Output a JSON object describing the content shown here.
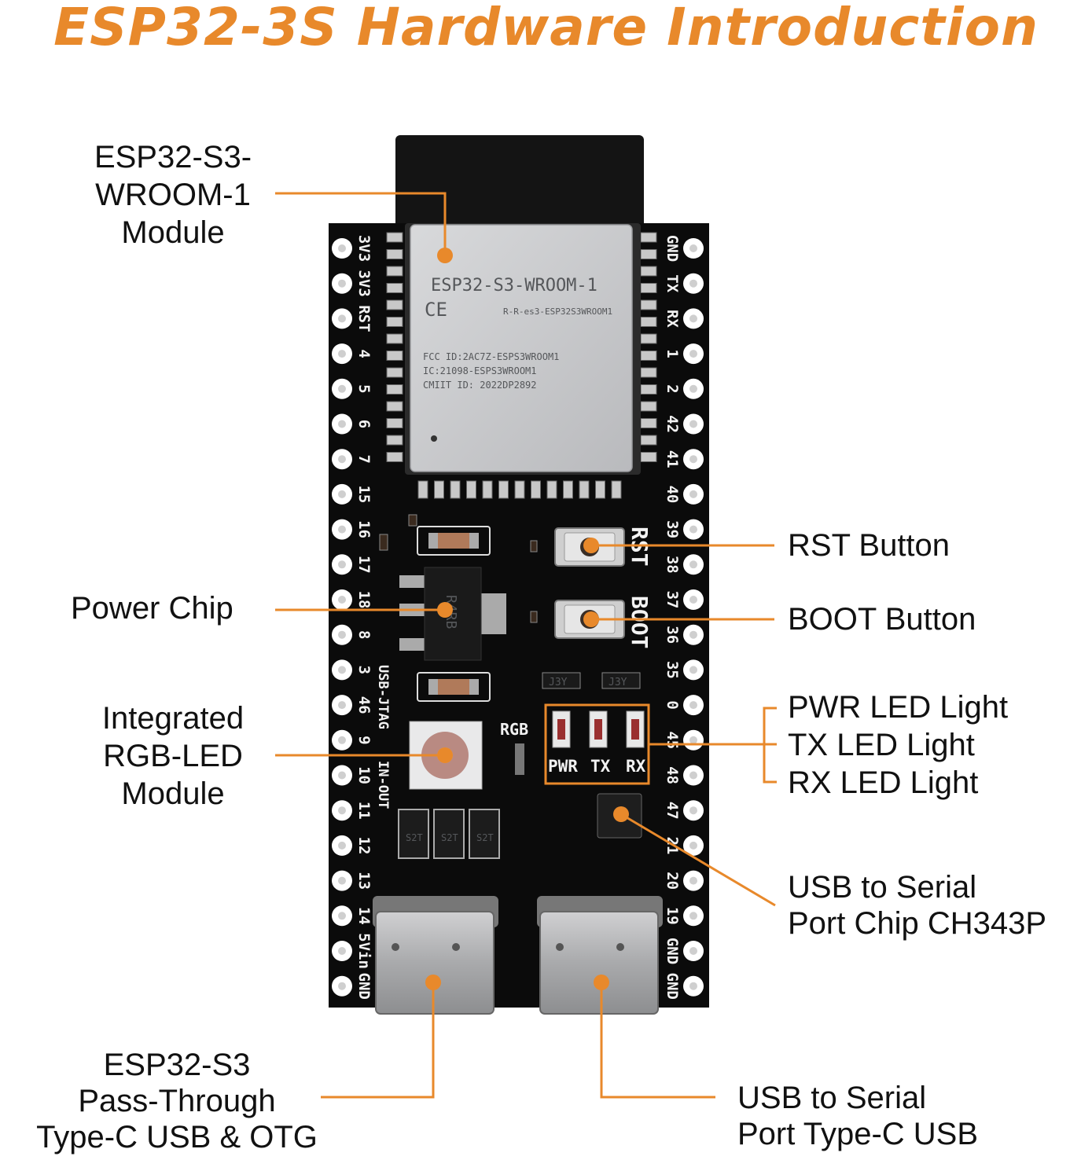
{
  "title": "ESP32-3S Hardware Introduction",
  "labels": {
    "module": [
      "ESP32-S3-",
      "WROOM-1",
      "Module"
    ],
    "power_chip": "Power Chip",
    "rgb_led": [
      "Integrated",
      "RGB-LED",
      "Module"
    ],
    "passthrough_usb": [
      "ESP32-S3",
      "Pass-Through",
      "Type-C USB & OTG"
    ],
    "rst_button": "RST Button",
    "boot_button": "BOOT Button",
    "leds": [
      "PWR LED Light",
      "TX LED Light",
      "RX LED Light"
    ],
    "usb_serial_chip": [
      "USB to Serial",
      "Port Chip CH343P"
    ],
    "usb_serial_port": [
      "USB to Serial",
      "Port Type-C USB"
    ]
  },
  "board": {
    "left_pins": [
      "3V3",
      "3V3",
      "RST",
      "4",
      "5",
      "6",
      "7",
      "15",
      "16",
      "17",
      "18",
      "8",
      "3",
      "46",
      "9",
      "10",
      "11",
      "12",
      "13",
      "14",
      "5Vin",
      "GND"
    ],
    "right_pins": [
      "GND",
      "TX",
      "RX",
      "1",
      "2",
      "42",
      "41",
      "40",
      "39",
      "38",
      "37",
      "36",
      "35",
      "0",
      "45",
      "48",
      "47",
      "21",
      "20",
      "19",
      "GND",
      "GND"
    ],
    "module_title": "ESP32-S3-WROOM-1",
    "module_ce": "CE",
    "module_cert": "R-R-es3-ESP32S3WROOM1",
    "module_fcc": "FCC ID:2AC7Z-ESPS3WROOM1",
    "module_ic": "IC:21098-ESPS3WROOM1",
    "module_cmiit": "CMIIT ID: 2022DP2892",
    "silk_rst": "RST",
    "silk_boot": "BOOT",
    "silk_rgb": "RGB",
    "silk_usb_jtag": "USB-JTAG",
    "silk_in_out": "IN-OUT",
    "silk_pwr": "PWR",
    "silk_tx": "TX",
    "silk_rx": "RX",
    "chip_regulator": "R4RB",
    "chip_j3y": "J3Y",
    "chip_diode": "S2T"
  },
  "colors": {
    "accent": "#E8892B",
    "board": "#0b0b0b",
    "module_shield": "#c9cacc",
    "antenna": "#141414"
  }
}
